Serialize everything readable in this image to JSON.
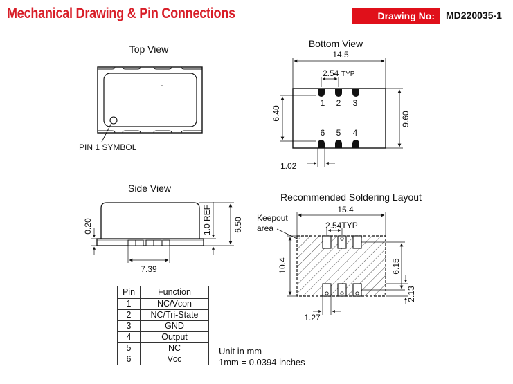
{
  "header": {
    "title": "Mechanical Drawing & Pin Connections",
    "drawing_label": "Drawing No:",
    "drawing_number": "MD220035-1"
  },
  "top_view": {
    "title": "Top View",
    "pin1_label": "PIN 1 SYMBOL"
  },
  "bottom_view": {
    "title": "Bottom View",
    "width": "14.5",
    "pitch": "2.54",
    "pitch_suffix": "TYP",
    "pin_row_gap": "6.40",
    "height": "9.60",
    "pad_width": "1.02",
    "top_pins": [
      "1",
      "2",
      "3"
    ],
    "bottom_pins": [
      "6",
      "5",
      "4"
    ]
  },
  "side_view": {
    "title": "Side View",
    "standoff": "0.20",
    "ref": "1.0 REF",
    "height": "6.50",
    "pad_span": "7.39"
  },
  "solder_layout": {
    "title": "Recommended Soldering Layout",
    "keepout_line1": "Keepout",
    "keepout_line2": "area",
    "width": "15.4",
    "pitch": "2.54TYP",
    "height": "10.4",
    "pad_gap": "6.15",
    "pad_length": "2.13",
    "pad_width": "1.27"
  },
  "pin_table": {
    "headers": [
      "Pin",
      "Function"
    ],
    "rows": [
      {
        "pin": "1",
        "function": "NC/Vcon"
      },
      {
        "pin": "2",
        "function": "NC/Tri-State"
      },
      {
        "pin": "3",
        "function": "GND"
      },
      {
        "pin": "4",
        "function": "Output"
      },
      {
        "pin": "5",
        "function": "NC"
      },
      {
        "pin": "6",
        "function": "Vcc"
      }
    ]
  },
  "units": {
    "line1": "Unit in mm",
    "line2": "1mm = 0.0394 inches"
  },
  "colors": {
    "brand_red": "#d81e28",
    "label_bg": "#e0101a"
  }
}
